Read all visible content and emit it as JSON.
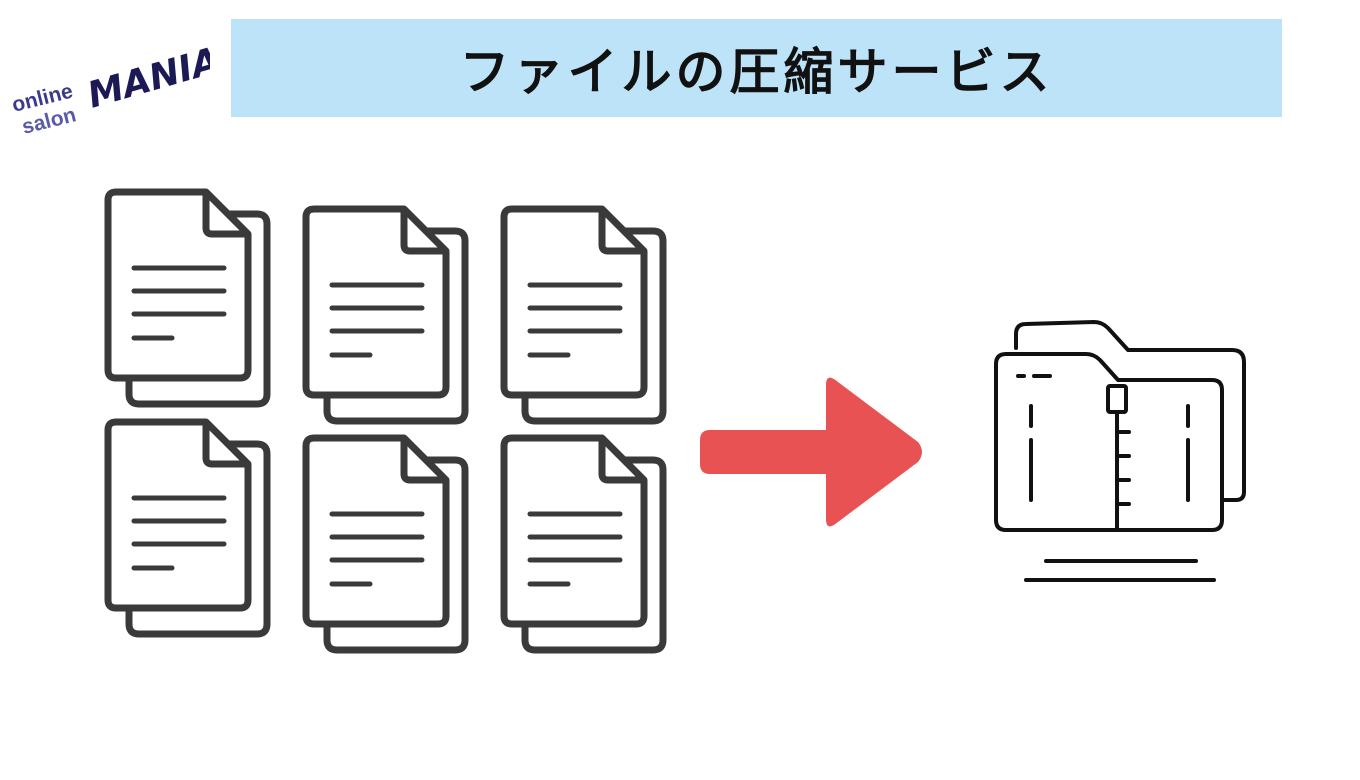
{
  "logo": {
    "line1": "online",
    "line2": "salon",
    "brand": "MANIA",
    "colors": {
      "light": "#3b3a8c",
      "dark": "#1c1a55"
    }
  },
  "title": "ファイルの圧縮サービス",
  "colors": {
    "banner": "#bde3f8",
    "document_stroke": "#3a3a3a",
    "arrow": "#e85252",
    "folder_stroke": "#111111"
  },
  "icons": {
    "documents": [
      "document-stack-icon",
      "document-stack-icon",
      "document-stack-icon",
      "document-stack-icon",
      "document-stack-icon",
      "document-stack-icon"
    ],
    "arrow": "arrow-right-icon",
    "result": "zipped-folder-icon"
  }
}
